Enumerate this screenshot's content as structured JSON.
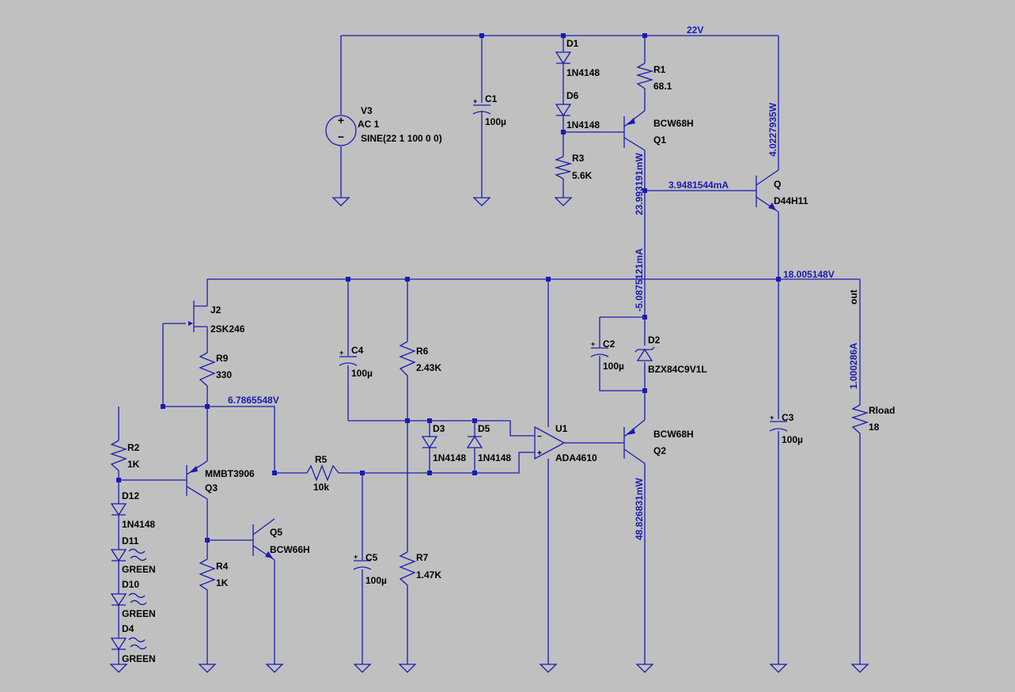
{
  "window": {
    "background": "#c0c0c0",
    "wire_color": "#1a1ab4"
  },
  "labels": {
    "v3": "V3",
    "v3_ac": "AC 1",
    "v3_sine": "SINE(22 1 100 0 0)",
    "c1": "C1",
    "c1_val": "100µ",
    "d1": "D1",
    "d1_val": "1N4148",
    "d6": "D6",
    "d6_val": "1N4148",
    "r3": "R3",
    "r3_val": "5.6K",
    "r1": "R1",
    "r1_val": "68.1",
    "q1_model": "BCW68H",
    "q1": "Q1",
    "q": "Q",
    "q_model": "D44H11",
    "j2": "J2",
    "j2_model": "2SK246",
    "r9": "R9",
    "r9_val": "330",
    "r2": "R2",
    "r2_val": "1K",
    "q3_model": "MMBT3906",
    "q3": "Q3",
    "d12": "D12",
    "d12_val": "1N4148",
    "d11": "D11",
    "d11_val": "GREEN",
    "d10": "D10",
    "d10_val": "GREEN",
    "d4": "D4",
    "d4_val": "GREEN",
    "r4": "R4",
    "r4_val": "1K",
    "q5": "Q5",
    "q5_model": "BCW66H",
    "r5": "R5",
    "r5_val": "10k",
    "c5": "C5",
    "c5_val": "100µ",
    "c4": "C4",
    "c4_val": "100µ",
    "r6": "R6",
    "r6_val": "2.43K",
    "r7": "R7",
    "r7_val": "1.47K",
    "d3": "D3",
    "d3_val": "1N4148",
    "d5": "D5",
    "d5_val": "1N4148",
    "u1": "U1",
    "u1_model": "ADA4610",
    "c2": "C2",
    "c2_val": "100µ",
    "d2": "D2",
    "d2_val": "BZX84C9V1L",
    "q2_model": "BCW68H",
    "q2": "Q2",
    "c3": "C3",
    "c3_val": "100µ",
    "rload": "Rload",
    "rload_val": "18",
    "out": "out"
  },
  "readouts": {
    "v22": "22V",
    "p_q": "4.0227935W",
    "p_q1": "23.993191mW",
    "i_base_q": "3.9481544mA",
    "i_d2": "-5.0875121mA",
    "v_out": "18.005148V",
    "v_ref": "6.7865548V",
    "i_load": "1.000286A",
    "p_q2": "48.826831mW"
  }
}
